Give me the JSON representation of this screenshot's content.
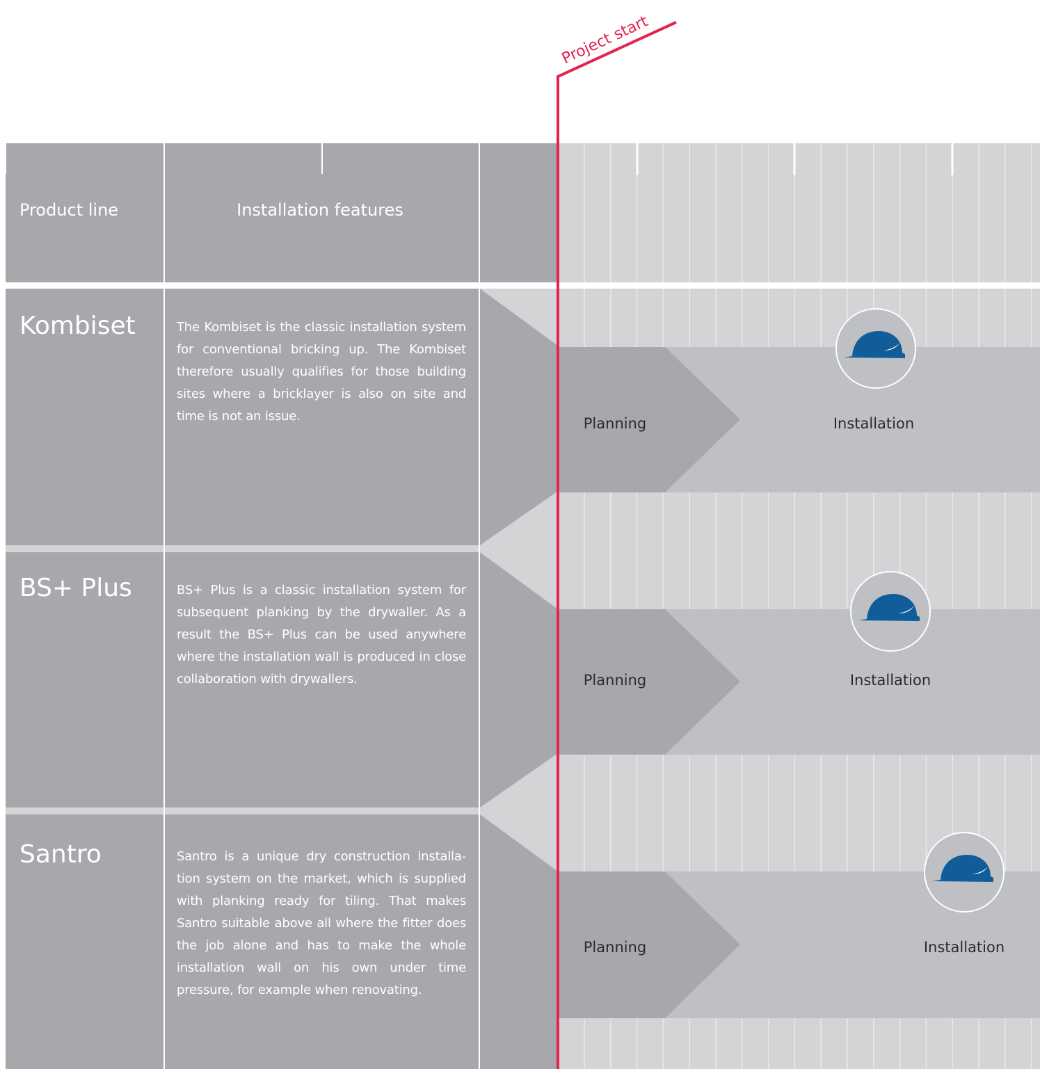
{
  "header": {
    "product_line": "Product line",
    "installation_features": "Installation features"
  },
  "project_start": "Project start",
  "rows": [
    {
      "name": "Kombiset",
      "description": "The Kombiset is the classic installation system for conventional bricking up. The Kombiset therefore usually qualifies for those building sites where a bricklayer is also on site and time is not an issue.",
      "phase1": "Planning",
      "phase2": "Installation",
      "icon": "hard-hat-icon"
    },
    {
      "name": "BS+ Plus",
      "description": "BS+ Plus is a classic installation system for subsequent planking by the drywaller. As a result the BS+ Plus can be used anywhere where the installation wall is produced in close collaboration with drywallers.",
      "phase1": "Planning",
      "phase2": "Installation",
      "icon": "hard-hat-icon"
    },
    {
      "name": "Santro",
      "description": "Santro is a unique dry construction installa-tion system on the market, which is supplied with planking ready for tiling. That makes Santro suitable above all where the fitter does the job alone and has to make the whole installation wall on his own under time pressure, for example when renovating.",
      "phase1": "Planning",
      "phase2": "Installation",
      "icon": "hard-hat-icon"
    }
  ],
  "colors": {
    "cell_gray": "#a7a8ac",
    "timeline_bg": "#d3d4d6",
    "band_gray": "#bfc0c3",
    "project_line": "#e5234f",
    "helmet_blue": "#115d9a"
  }
}
